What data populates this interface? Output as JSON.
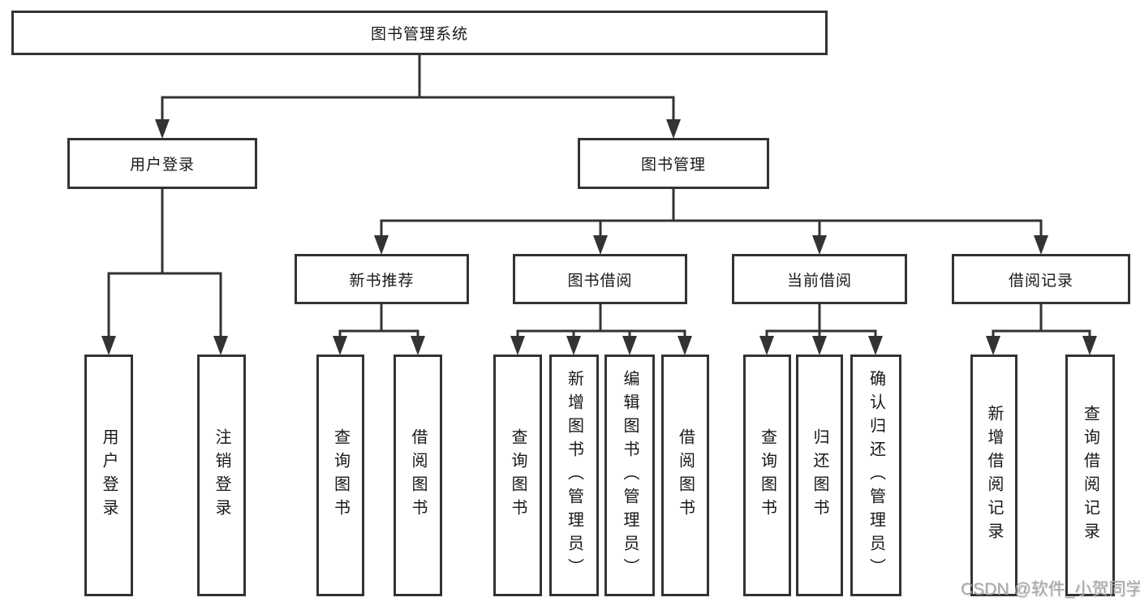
{
  "diagram": {
    "root_label": "图书管理系统",
    "branches": [
      {
        "label": "用户登录",
        "leaves": [
          "用户登录",
          "注销登录"
        ]
      },
      {
        "label": "图书管理",
        "groups": [
          {
            "label": "新书推荐",
            "leaves": [
              "查询图书",
              "借阅图书"
            ]
          },
          {
            "label": "图书借阅",
            "leaves": [
              "查询图书",
              "新增图书（管理员）",
              "编辑图书（管理员）",
              "借阅图书"
            ]
          },
          {
            "label": "当前借阅",
            "leaves": [
              "查询图书",
              "归还图书",
              "确认归还（管理员）"
            ]
          },
          {
            "label": "借阅记录",
            "leaves": [
              "新增借阅记录",
              "查询借阅记录"
            ]
          }
        ]
      }
    ]
  },
  "watermark": {
    "text": "CSDN @软件_小贺同学"
  },
  "colors": {
    "line": "#333333",
    "box_border": "#333333",
    "text": "#181818",
    "watermark": "#a8a8a8",
    "background": "#ffffff"
  }
}
